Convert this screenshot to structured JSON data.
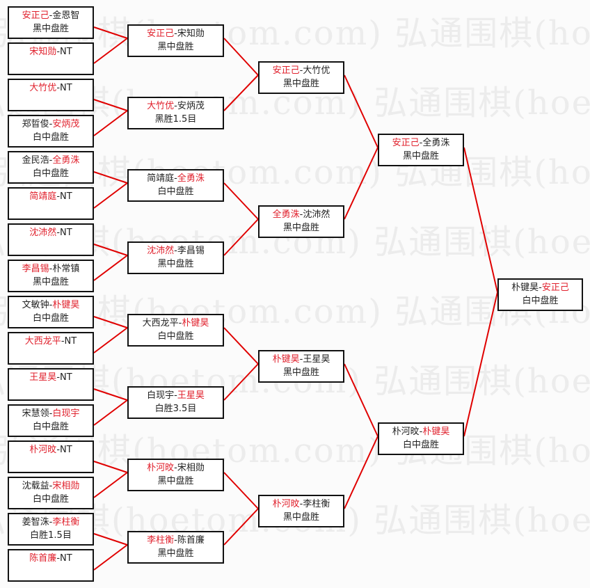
{
  "watermark": "弘通围棋(hoetom.com) 弘通围棋(hoetom.com)",
  "colors": {
    "winner": "#e0202c",
    "loser": "#222222",
    "connector": "#e00000",
    "border": "#111111"
  },
  "rounds": [
    {
      "name": "round-1",
      "matches": [
        {
          "p1": "安正己",
          "p2": "金恩智",
          "winner": 1,
          "result": "黑中盘胜"
        },
        {
          "p1": "宋知勋",
          "p2": "NT",
          "winner": 1,
          "result": ""
        },
        {
          "p1": "大竹优",
          "p2": "NT",
          "winner": 1,
          "result": ""
        },
        {
          "p1": "郑晢俊",
          "p2": "安炳茂",
          "winner": 2,
          "result": "白中盘胜"
        },
        {
          "p1": "金民浩",
          "p2": "全勇洙",
          "winner": 2,
          "result": "白中盘胜"
        },
        {
          "p1": "简靖庭",
          "p2": "NT",
          "winner": 1,
          "result": ""
        },
        {
          "p1": "沈沛然",
          "p2": "NT",
          "winner": 1,
          "result": ""
        },
        {
          "p1": "李昌锡",
          "p2": "朴常镇",
          "winner": 1,
          "result": "黑中盘胜"
        },
        {
          "p1": "文敏钟",
          "p2": "朴键昊",
          "winner": 2,
          "result": "白中盘胜"
        },
        {
          "p1": "大西龙平",
          "p2": "NT",
          "winner": 1,
          "result": ""
        },
        {
          "p1": "王星昊",
          "p2": "NT",
          "winner": 1,
          "result": ""
        },
        {
          "p1": "宋慧领",
          "p2": "白现宇",
          "winner": 2,
          "result": "白中盘胜"
        },
        {
          "p1": "朴河旼",
          "p2": "NT",
          "winner": 1,
          "result": ""
        },
        {
          "p1": "沈载益",
          "p2": "宋相勋",
          "winner": 2,
          "result": "白中盘胜"
        },
        {
          "p1": "姜智洙",
          "p2": "李柱衡",
          "winner": 2,
          "result": "白胜1.5目"
        },
        {
          "p1": "陈首廉",
          "p2": "NT",
          "winner": 1,
          "result": ""
        }
      ]
    },
    {
      "name": "round-2",
      "matches": [
        {
          "p1": "安正己",
          "p2": "宋知勋",
          "winner": 1,
          "result": "黑中盘胜"
        },
        {
          "p1": "大竹优",
          "p2": "安炳茂",
          "winner": 1,
          "result": "黑胜1.5目"
        },
        {
          "p1": "简靖庭",
          "p2": "全勇洙",
          "winner": 2,
          "result": "白中盘胜"
        },
        {
          "p1": "沈沛然",
          "p2": "李昌锡",
          "winner": 1,
          "result": "黑中盘胜"
        },
        {
          "p1": "大西龙平",
          "p2": "朴键昊",
          "winner": 2,
          "result": "白中盘胜"
        },
        {
          "p1": "白现宇",
          "p2": "王星昊",
          "winner": 2,
          "result": "白胜3.5目"
        },
        {
          "p1": "朴河旼",
          "p2": "宋相勋",
          "winner": 1,
          "result": "黑中盘胜"
        },
        {
          "p1": "李柱衡",
          "p2": "陈首廉",
          "winner": 1,
          "result": "黑中盘胜"
        }
      ]
    },
    {
      "name": "round-3",
      "matches": [
        {
          "p1": "安正己",
          "p2": "大竹优",
          "winner": 1,
          "result": "黑中盘胜"
        },
        {
          "p1": "全勇洙",
          "p2": "沈沛然",
          "winner": 1,
          "result": "黑中盘胜"
        },
        {
          "p1": "朴键昊",
          "p2": "王星昊",
          "winner": 1,
          "result": "黑中盘胜"
        },
        {
          "p1": "朴河旼",
          "p2": "李柱衡",
          "winner": 1,
          "result": "黑中盘胜"
        }
      ]
    },
    {
      "name": "round-4",
      "matches": [
        {
          "p1": "安正己",
          "p2": "全勇洙",
          "winner": 1,
          "result": "黑中盘胜"
        },
        {
          "p1": "朴河旼",
          "p2": "朴键昊",
          "winner": 2,
          "result": "白中盘胜"
        }
      ]
    },
    {
      "name": "final",
      "matches": [
        {
          "p1": "朴键昊",
          "p2": "安正己",
          "winner": 2,
          "result": "白中盘胜"
        }
      ]
    }
  ]
}
